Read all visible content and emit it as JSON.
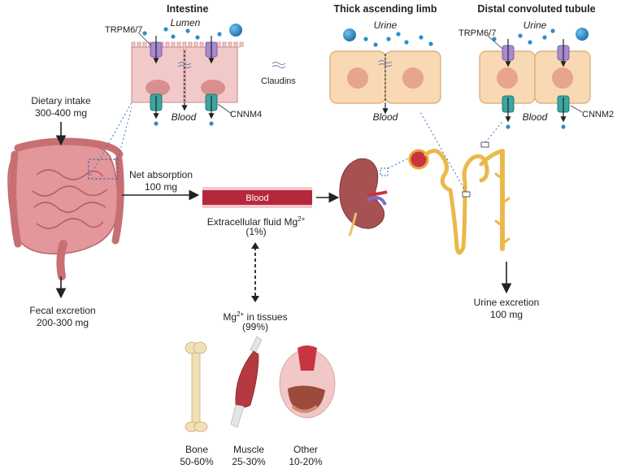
{
  "intestine": {
    "title": "Intestine",
    "lumen": "Lumen",
    "blood": "Blood",
    "trpm": "TRPM6/7",
    "cnnm": "CNNM4",
    "claudins": "Claudins"
  },
  "tal": {
    "title": "Thick ascending limb",
    "urine": "Urine",
    "blood": "Blood"
  },
  "dct": {
    "title": "Distal convoluted tubule",
    "urine": "Urine",
    "blood": "Blood",
    "trpm": "TRPM6/7",
    "cnnm": "CNNM2"
  },
  "flow": {
    "dietary": "Dietary intake",
    "dietary_amount": "300-400 mg",
    "absorption": "Net absorption",
    "absorption_amount": "100 mg",
    "fecal": "Fecal excretion",
    "fecal_amount": "200-300 mg",
    "blood_bar": "Blood",
    "ecf": "Extracellular fluid Mg",
    "ecf_sup": "2+",
    "ecf_pct": "(1%)",
    "tissues": "Mg",
    "tissues_sup": "2+",
    "tissues_rest": " in tissues",
    "tissues_pct": "(99%)",
    "urine_excretion": "Urine excretion",
    "urine_amount": "100 mg"
  },
  "tissues": [
    {
      "name": "Bone",
      "pct": "50-60%"
    },
    {
      "name": "Muscle",
      "pct": "25-30%"
    },
    {
      "name": "Other",
      "pct": "10-20%"
    }
  ],
  "colors": {
    "enterocyte": "#f2c9c9",
    "renal_cell": "#f9d8b4",
    "nucleus": "#e7a58b",
    "blood_bar": "#b5283c",
    "ion": "#2a8fc9",
    "trpm_channel": "#a88ad0",
    "cnnm_channel": "#3aa6a1",
    "intestine": "#d9868a",
    "kidney": "#9c4a4a",
    "nephron": "#eab94a"
  }
}
